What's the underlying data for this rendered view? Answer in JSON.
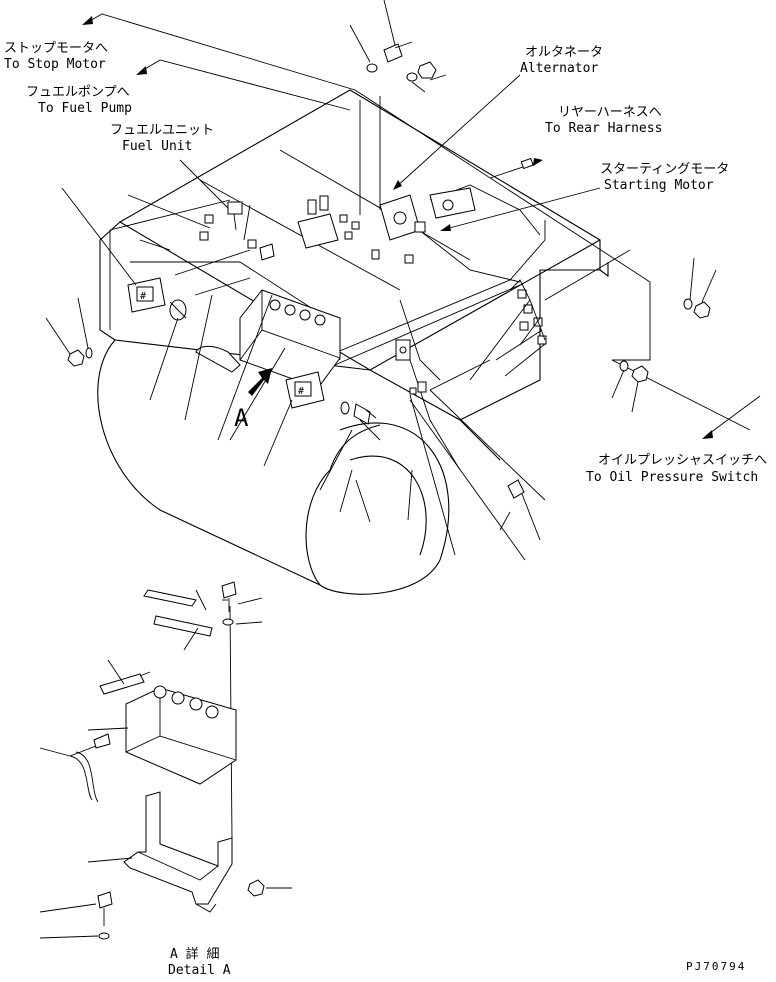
{
  "callouts": {
    "stop_motor_ja": "ストップモータへ",
    "stop_motor_en": "To Stop Motor",
    "fuel_pump_ja": "フュエルポンプへ",
    "fuel_pump_en": "To Fuel Pump",
    "fuel_unit_ja": "フュエルユニット",
    "fuel_unit_en": "Fuel Unit",
    "alternator_ja": "オルタネータ",
    "alternator_en": "Alternator",
    "rear_harness_ja": "リヤーハーネスへ",
    "rear_harness_en": "To Rear Harness",
    "starting_motor_ja": "スターティングモータ",
    "starting_motor_en": "Starting Motor",
    "oil_pressure_ja": "オイルプレッシャスイッチへ",
    "oil_pressure_en": "To Oil Pressure Switch",
    "view_marker": "A",
    "detail_ja": "A 詳 細",
    "detail_en": "Detail A"
  },
  "part_number": "PJ70794"
}
